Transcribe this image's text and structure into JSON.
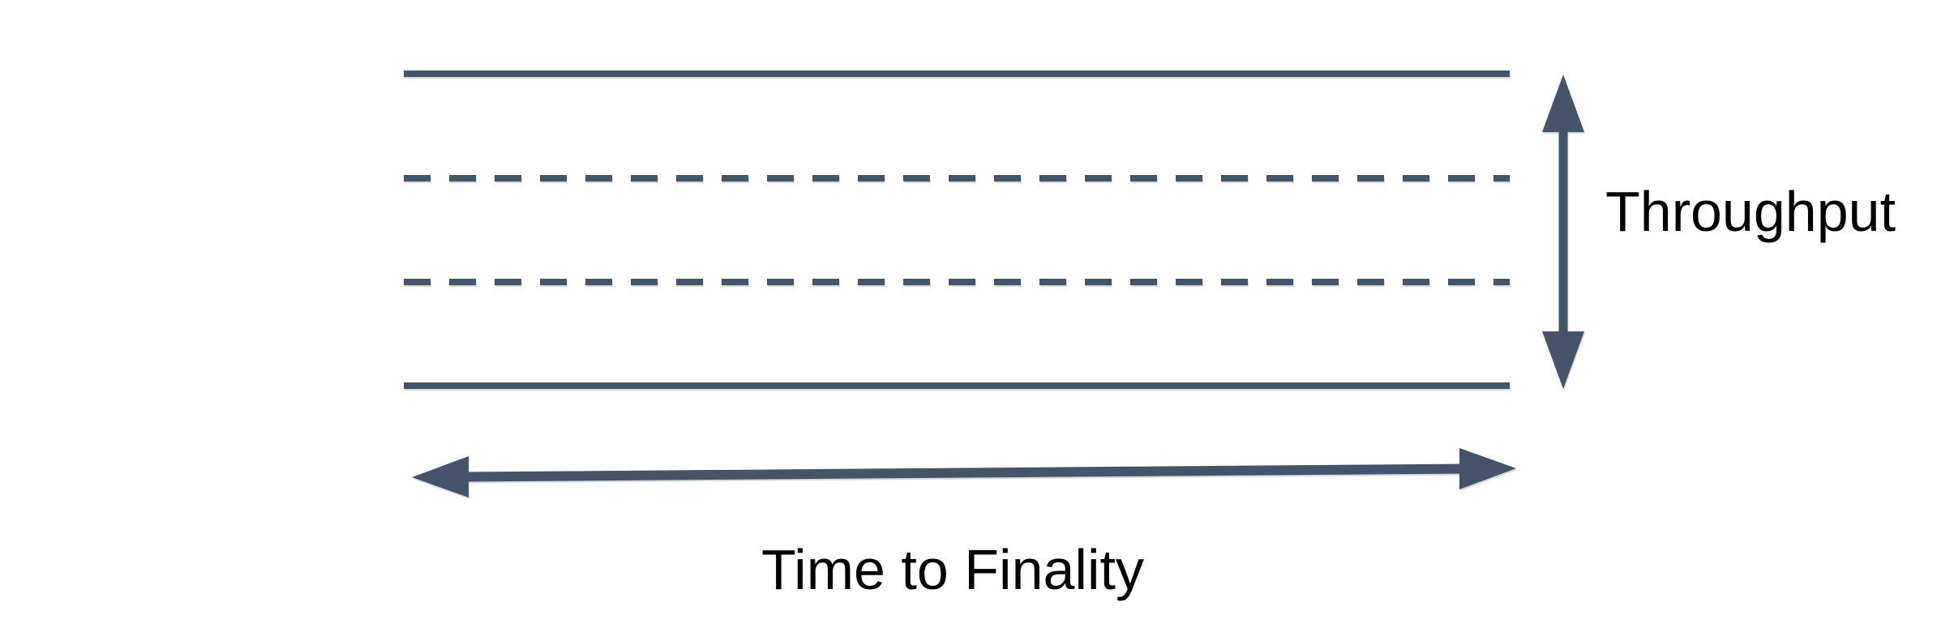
{
  "diagram": {
    "description": "Blockchain trade-off diagram: horizontal band of solid and dashed lines with throughput range arrow and time-to-finality span arrow",
    "labels": {
      "throughput": "Throughput",
      "time_to_finality": "Time to Finality"
    },
    "colors": {
      "shape": "#44546A",
      "text": "#000000",
      "background": "#FFFFFF"
    },
    "lines": {
      "solid_count": 2,
      "dashed_count": 2
    },
    "arrows": {
      "vertical": "double-headed vertical arrow spanning band height",
      "horizontal": "double-headed horizontal arrow spanning band width"
    }
  }
}
